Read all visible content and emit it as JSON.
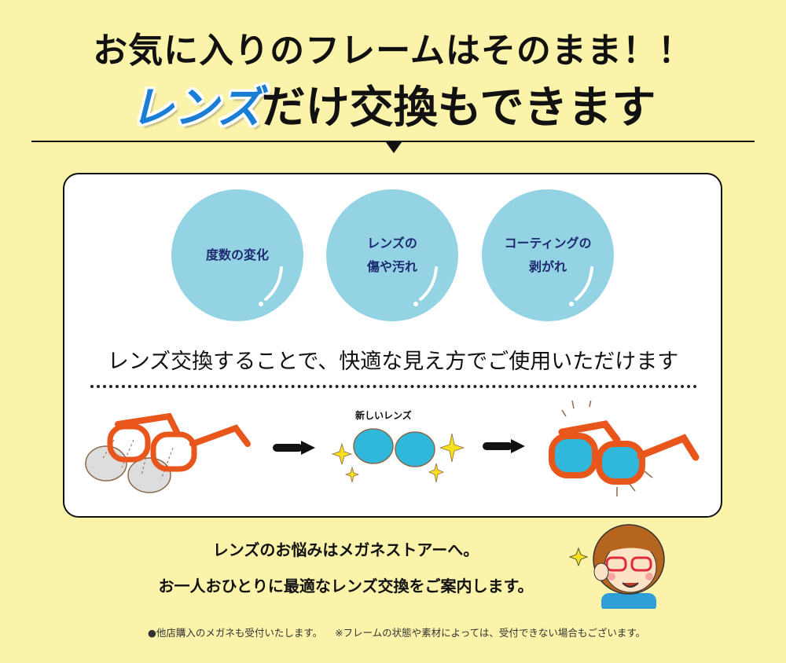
{
  "headline": {
    "line1": "お気に入りのフレームはそのまま！！",
    "line2_highlight": "レンズ",
    "line2_rest": "だけ交換もできます"
  },
  "reasons": [
    {
      "line1": "度数の変化",
      "line2": ""
    },
    {
      "line1": "レンズの",
      "line2": "傷や汚れ"
    },
    {
      "line1": "コーティングの",
      "line2": "剥がれ"
    }
  ],
  "benefit": "レンズ交換することで、快適な見え方でご使用いただけます",
  "illustration": {
    "new_lens_label": "新しいレンズ"
  },
  "cta": {
    "line1": "レンズのお悩みはメガネストアーへ。",
    "line2": "お一人おひとりに最適なレンズ交換をご案内します。"
  },
  "notes": {
    "note1": "●他店購入のメガネも受付いたします。",
    "note2": "※フレームの状態や素材によっては、受付できない場合もございます。"
  },
  "colors": {
    "background": "#fbf3a9",
    "accent_blue": "#1a7fd4",
    "circle": "#93d3e3",
    "frame_orange": "#e8561c",
    "lens_blue": "#2fb8db"
  }
}
